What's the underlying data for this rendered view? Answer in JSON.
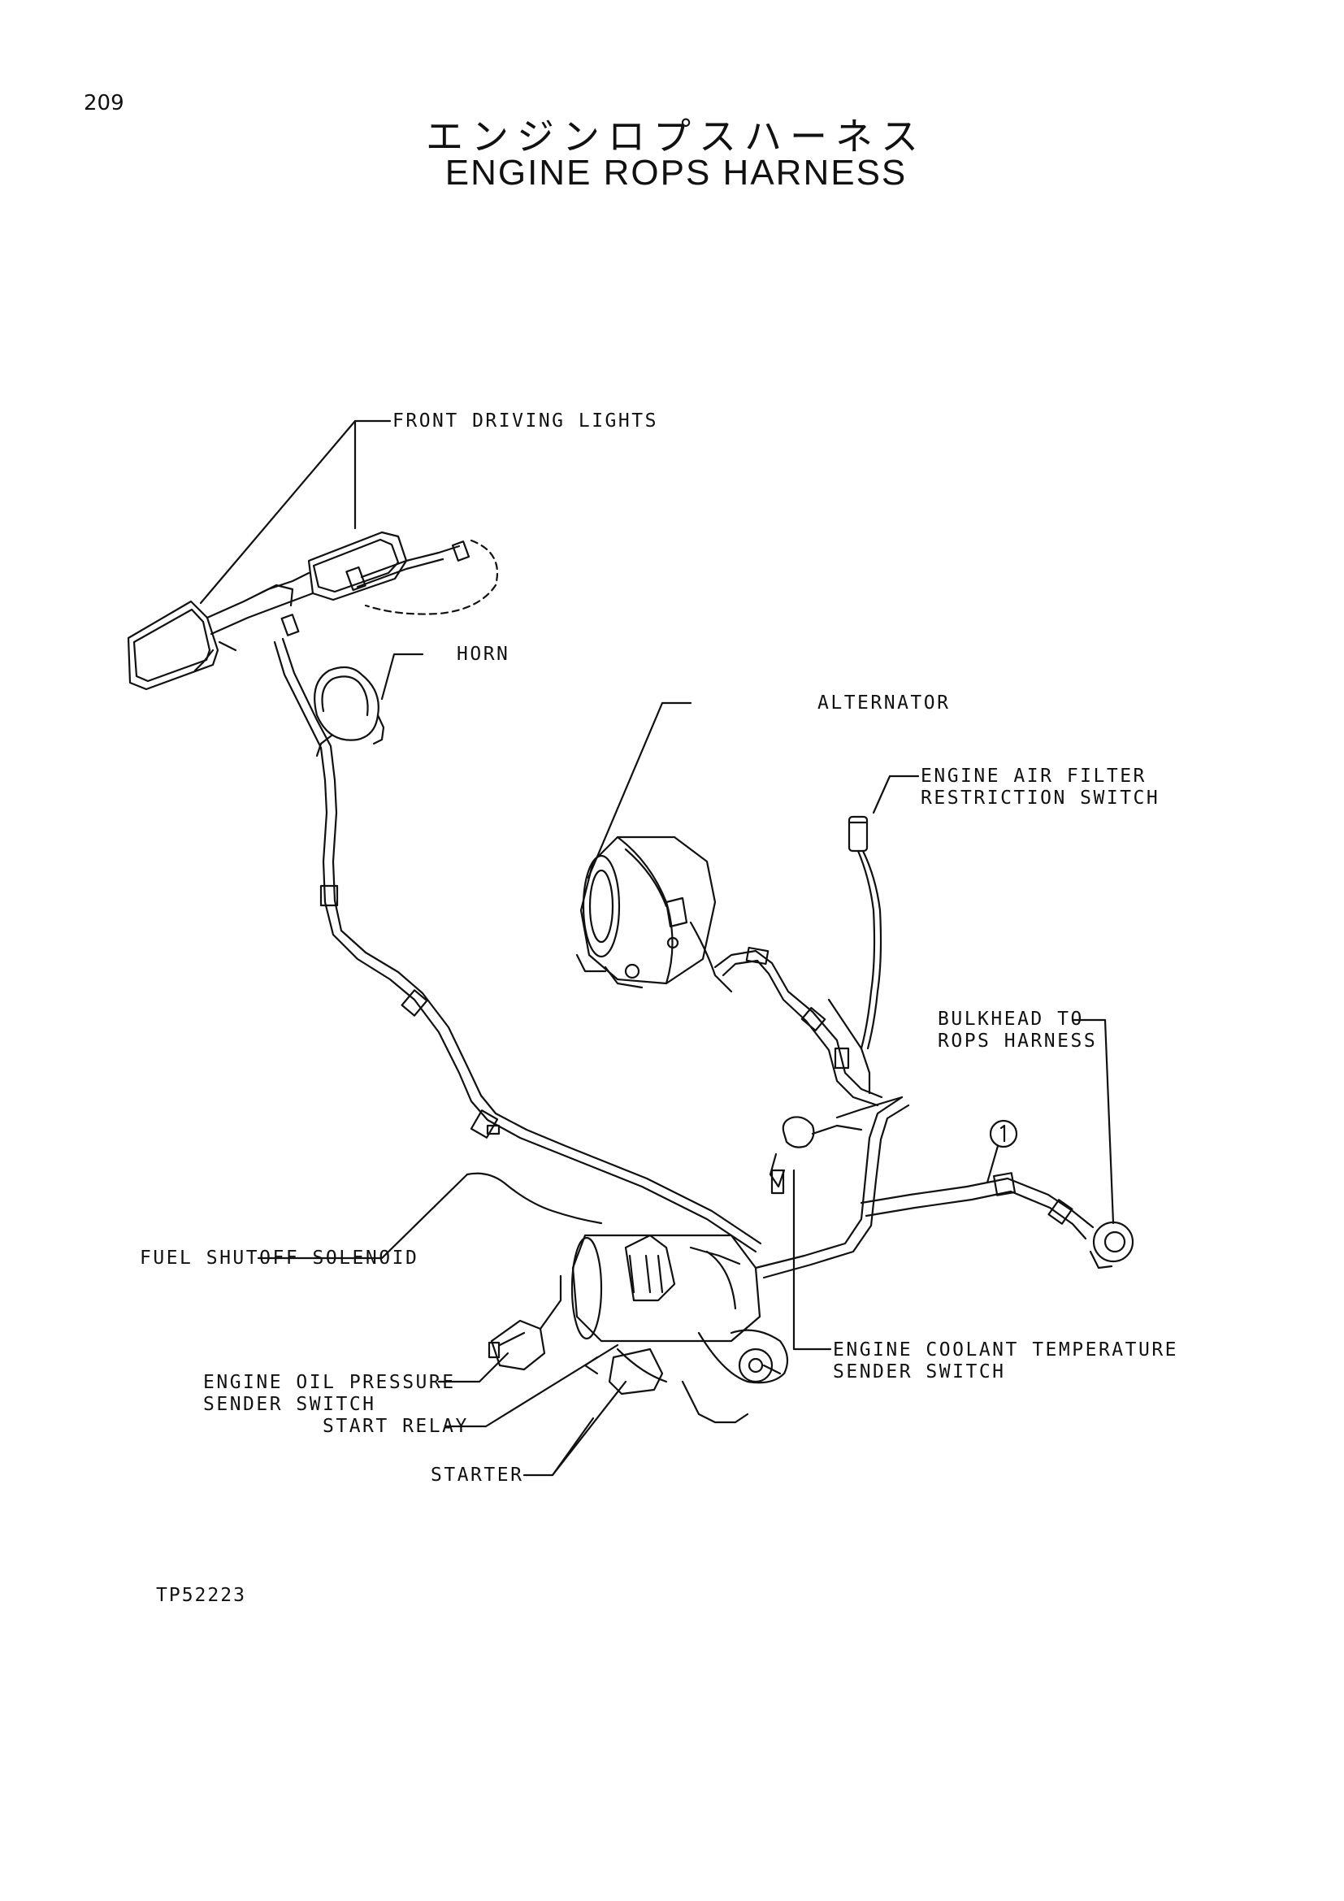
{
  "page_number": "209",
  "title_jp": "エンジンロプスハーネス",
  "title_en": "ENGINE ROPS HARNESS",
  "labels": {
    "front_driving_lights": "FRONT DRIVING LIGHTS",
    "horn": "HORN",
    "alternator": "ALTERNATOR",
    "air_filter_line1": "ENGINE AIR FILTER",
    "air_filter_line2": "RESTRICTION SWITCH",
    "bulkhead_line1": "BULKHEAD TO",
    "bulkhead_line2": "ROPS HARNESS",
    "item_number": "1",
    "fuel_shutoff": "FUEL SHUTOFF SOLENOID",
    "coolant_line1": "ENGINE COOLANT TEMPERATURE",
    "coolant_line2": "SENDER SWITCH",
    "oil_line1": "ENGINE OIL PRESSURE",
    "oil_line2": "SENDER SWITCH",
    "start_relay": "START RELAY",
    "starter": "STARTER"
  },
  "drawing_code": "TP52223"
}
